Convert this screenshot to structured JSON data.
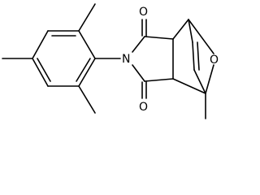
{
  "molecule": {
    "atoms": {
      "o_carbonyl_top": "O",
      "o_carbonyl_bottom": "O",
      "n_imide": "N",
      "o_bridge": "O"
    },
    "colors": {
      "bond": "#000000",
      "background": "#ffffff"
    }
  }
}
